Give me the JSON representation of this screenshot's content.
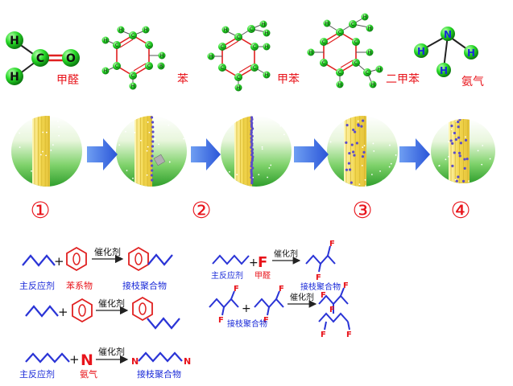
{
  "colors": {
    "red_label": "#e8141b",
    "blue_label": "#1a2ad8",
    "chain": "#2a34d6",
    "ring": "#e02020",
    "atom_green": "#1fd81f",
    "arrow_blue": "#3a6fe0",
    "circle_green": "#48c43c"
  },
  "molecules": {
    "formaldehyde": {
      "name": "甲醛",
      "atoms": {
        "h1": "H",
        "h2": "H",
        "c": "C",
        "o": "O"
      }
    },
    "benzene": {
      "name": "苯",
      "c": "C",
      "h": "H",
      "b": "B"
    },
    "toluene": {
      "name": "甲苯",
      "c": "C",
      "h": "H"
    },
    "xylene": {
      "name": "二甲苯",
      "c": "C",
      "h": "H"
    },
    "ammonia": {
      "name": "氨气",
      "atoms": {
        "n": "N",
        "h1": "H",
        "h2": "H",
        "h3": "H"
      }
    }
  },
  "steps": [
    "①",
    "②",
    "③",
    "④"
  ],
  "reactions": {
    "r1": {
      "reagent": "主反应剂",
      "aromatic": "苯系物",
      "catalyst": "催化剂",
      "product": "接枝聚合物",
      "plus": "+"
    },
    "r2": {
      "catalyst": "催化剂",
      "plus": "+"
    },
    "r3": {
      "reagent": "主反应剂",
      "f": "F",
      "f_name": "甲醛",
      "catalyst": "催化剂",
      "product": "接枝聚合物",
      "plus": "+",
      "f_end": "F"
    },
    "r4": {
      "catalyst": "催化剂",
      "product": "接枝聚合物",
      "plus": "+",
      "f": "F"
    },
    "r5": {
      "reagent": "主反应剂",
      "n": "N",
      "n_name": "氨气",
      "catalyst": "催化剂",
      "product": "接枝聚合物",
      "plus": "+",
      "n_end": "N"
    }
  }
}
